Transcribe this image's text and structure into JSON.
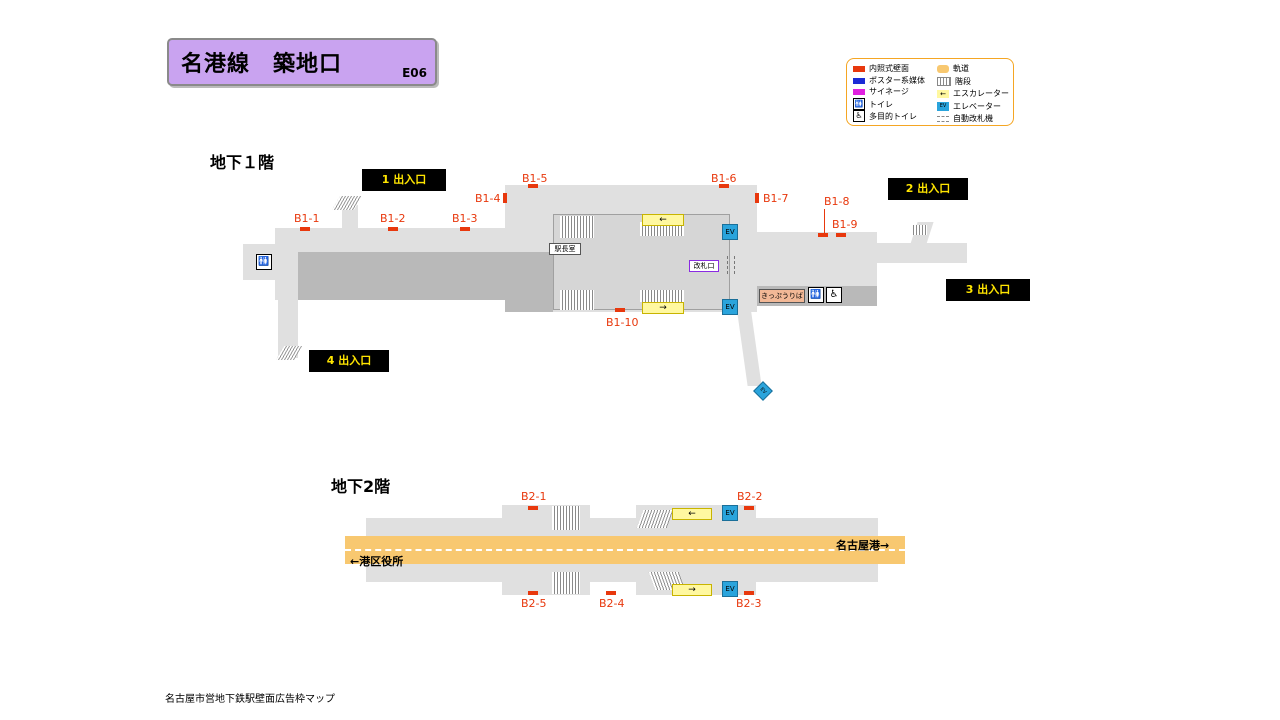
{
  "title": "名港線　築地口",
  "station_code": "E06",
  "legend": {
    "items": [
      {
        "label": "内照式壁面",
        "color": "#e8380d"
      },
      {
        "label": "ポスター系媒体",
        "color": "#1b2bd6"
      },
      {
        "label": "サイネージ",
        "color": "#e020e0"
      },
      {
        "label": "トイレ",
        "icon": "toilet-icon"
      },
      {
        "label": "多目的トイレ",
        "icon": "accessible-toilet-icon"
      },
      {
        "label": "軌道",
        "icon": "track-icon"
      },
      {
        "label": "階段",
        "icon": "stairs-icon"
      },
      {
        "label": "エスカレーター",
        "icon": "escalator-icon"
      },
      {
        "label": "エレベーター",
        "icon": "elevator-icon"
      },
      {
        "label": "自動改札機",
        "icon": "ticket-gate-icon"
      }
    ]
  },
  "floors": {
    "b1": {
      "label": "地下１階",
      "exits": [
        "1  出入口",
        "2  出入口",
        "3  出入口",
        "4  出入口"
      ],
      "ads": [
        "B1-1",
        "B1-2",
        "B1-3",
        "B1-4",
        "B1-5",
        "B1-6",
        "B1-7",
        "B1-8",
        "B1-9",
        "B1-10"
      ],
      "rooms": {
        "station_office": "駅長室",
        "ticket_gate": "改札口",
        "ticket_office": "きっぷうりば",
        "ev": "EV"
      }
    },
    "b2": {
      "label": "地下2階",
      "ads": [
        "B2-1",
        "B2-2",
        "B2-3",
        "B2-4",
        "B2-5"
      ],
      "ev": "EV",
      "direction_left": "←港区役所",
      "direction_right": "名古屋港→"
    }
  },
  "footer": "名古屋市営地下鉄駅壁面広告枠マップ"
}
